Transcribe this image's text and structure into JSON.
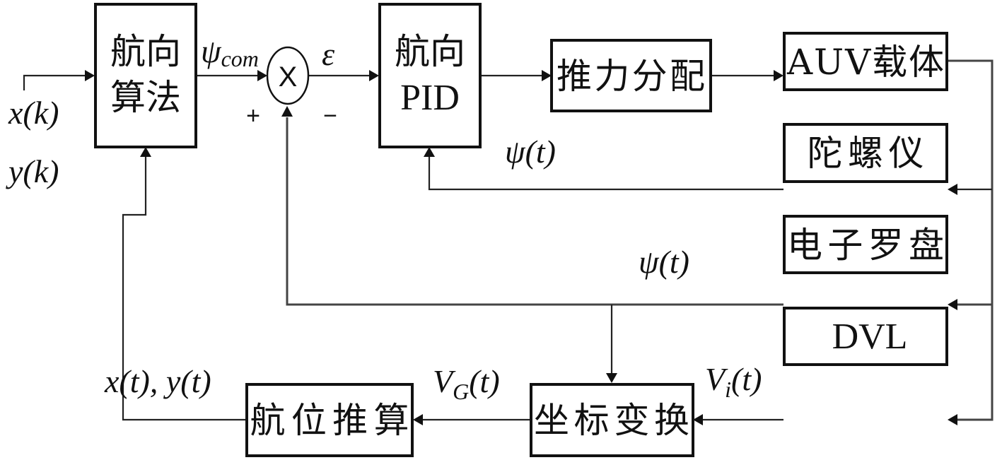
{
  "diagram": {
    "blocks": {
      "heading_algorithm": {
        "line1": "航向",
        "line2": "算法"
      },
      "heading_pid": {
        "line1": "航向",
        "line2": "PID"
      },
      "thrust_allocation": {
        "label": "推力分配"
      },
      "auv_body": {
        "label": "AUV载体"
      },
      "gyroscope": {
        "label": "陀螺仪"
      },
      "electronic_compass": {
        "label": "电子罗盘"
      },
      "dvl": {
        "label": "DVL"
      },
      "coordinate_transform": {
        "label": "坐标变换"
      },
      "dead_reckoning": {
        "label": "航位推算"
      }
    },
    "summing_junction": {
      "symbol": "X",
      "plus": "+",
      "minus": "−"
    },
    "signals": {
      "input_x": "x(k)",
      "input_y": "y(k)",
      "psi_com_main": "ψ",
      "psi_com_sub": "com",
      "epsilon": "ε",
      "psi_t_gyro": "ψ(t)",
      "psi_t_compass": "ψ(t)",
      "position": "x(t), y(t)",
      "vg_main": "V",
      "vg_sub": "G",
      "vg_arg": "(t)",
      "vi_main": "V",
      "vi_sub": "i",
      "vi_arg": "(t)"
    }
  }
}
